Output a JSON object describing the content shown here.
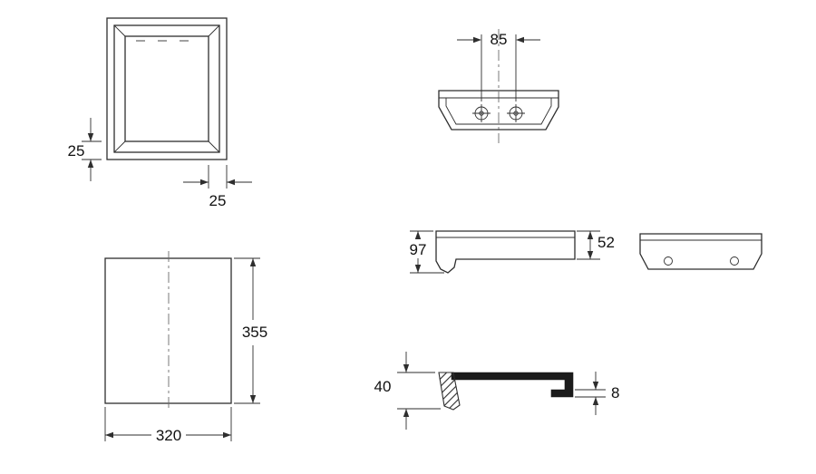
{
  "drawing": {
    "background": "#ffffff",
    "line_color": "#2e2e2e",
    "dims": {
      "front_bottom_strip": "25",
      "front_side_strip": "25",
      "hole_spacing": "85",
      "side_total_height": "97",
      "side_body_height": "52",
      "plan_depth": "355",
      "plan_width": "320",
      "section_front_height": "40",
      "section_edge": "8"
    }
  }
}
